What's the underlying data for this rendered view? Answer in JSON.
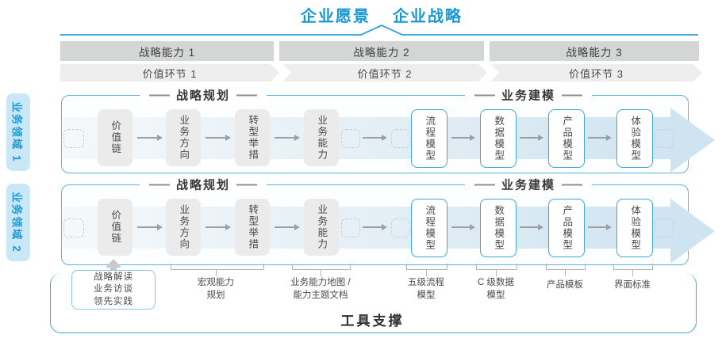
{
  "header": {
    "vision": "企业愿景",
    "strategy": "企业战略"
  },
  "capability_bands": [
    {
      "label": "战略能力 1"
    },
    {
      "label": "战略能力 2"
    },
    {
      "label": "战略能力 3"
    }
  ],
  "value_bands": [
    {
      "label": "价值环节 1"
    },
    {
      "label": "价值环节 2"
    },
    {
      "label": "价值环节 3"
    }
  ],
  "domains": [
    {
      "label": "业务领域 1"
    },
    {
      "label": "业务领域 2"
    }
  ],
  "rows": [
    {
      "planning_header": "战略规划",
      "modeling_header": "业务建模",
      "boxes": [
        {
          "label": "价值链"
        },
        {
          "label": "业务方向"
        },
        {
          "label": "转型举措"
        },
        {
          "label": "业务能力"
        },
        {
          "label": "流程模型"
        },
        {
          "label": "数据模型"
        },
        {
          "label": "产品模型"
        },
        {
          "label": "体验模型"
        }
      ]
    },
    {
      "planning_header": "战略规划",
      "modeling_header": "业务建模",
      "boxes": [
        {
          "label": "价值链"
        },
        {
          "label": "业务方向"
        },
        {
          "label": "转型举措"
        },
        {
          "label": "业务能力"
        },
        {
          "label": "流程模型"
        },
        {
          "label": "数据模型"
        },
        {
          "label": "产品模型"
        },
        {
          "label": "体验模型"
        }
      ]
    }
  ],
  "callouts": {
    "practice": {
      "lines": [
        "战略解读",
        "业务访谈",
        "领先实践"
      ]
    },
    "macro": {
      "lines": [
        "宏观能力",
        "规划"
      ]
    },
    "capmap": {
      "lines": [
        "业务能力地图 /",
        "能力主题文档"
      ]
    },
    "process": {
      "lines": [
        "五级流程",
        "模型"
      ]
    },
    "cdata": {
      "lines": [
        "C 级数据",
        "模型"
      ]
    },
    "product": {
      "lines": [
        "产品模板"
      ]
    },
    "ui": {
      "lines": [
        "界面标准"
      ]
    }
  },
  "footer": {
    "label": "工具支撑"
  },
  "colors": {
    "accent_blue": "#1798d5",
    "line_blue": "#2ea3dc",
    "panel_border": "#5cb5e1",
    "capability_band": "#d4d5d5",
    "value_band": "#eeeeee",
    "gray_box": "#ebebeb",
    "blue_box_border": "#3ea7da",
    "flow_band_arrow": "#cfe4f1",
    "domain_tab_bg": "#c9e7f6",
    "domain_tab_text": "#1f9ad3"
  }
}
